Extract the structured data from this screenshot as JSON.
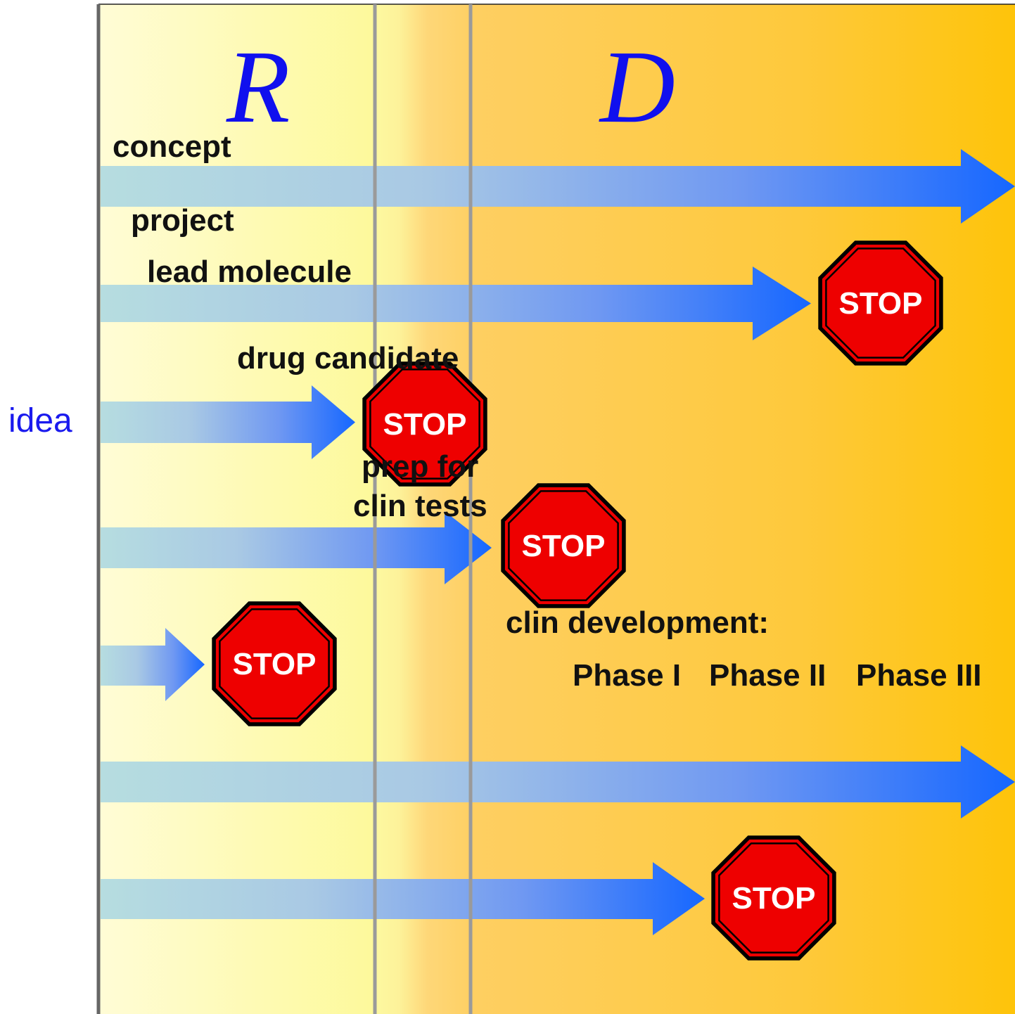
{
  "headings": {
    "research": "R",
    "development": "D"
  },
  "idea_label": "idea",
  "stages": {
    "concept": "concept",
    "project": "project",
    "lead_molecule": "lead molecule",
    "drug_candidate": "drug candidate",
    "prep_line1": "prep for",
    "prep_line2": "clin tests",
    "clin_dev": "clin development:",
    "phase1": "Phase I",
    "phase2": "Phase II",
    "phase3": "Phase III"
  },
  "stop_label": "STOP",
  "colors": {
    "research_zone": "#fdfbb2",
    "development_zone": "#fecd5e",
    "arrow_start": "#b6dde0",
    "arrow_end": "#1667ff",
    "stop_fill": "#ee0000",
    "stop_border": "#000000",
    "heading_blue": "#1010ee"
  }
}
